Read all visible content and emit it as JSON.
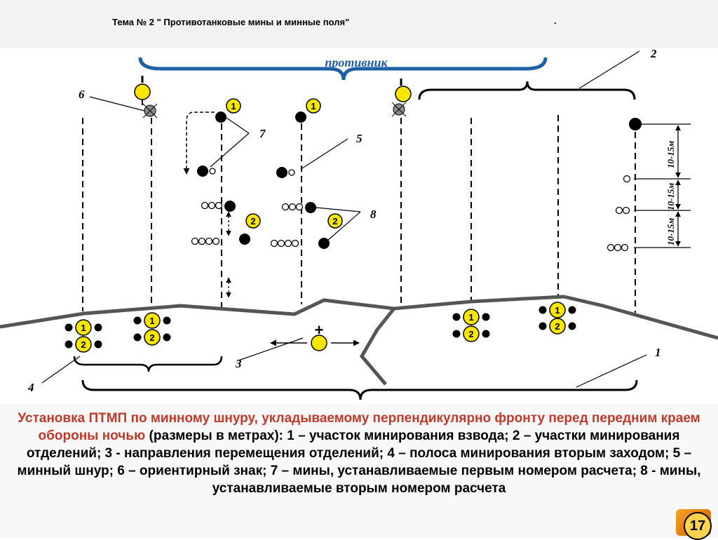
{
  "header": {
    "title": "Тема № 2 \" Противотанковые мины и минные поля\"",
    "dot": "."
  },
  "diagram": {
    "enemy_label": "противник",
    "labels": {
      "l1": "1",
      "l2": "2",
      "l3": "3",
      "l4": "4",
      "l5": "5",
      "l6": "6",
      "l7": "7",
      "l8": "8"
    },
    "mine_numbers": {
      "first": "1",
      "second": "2"
    },
    "plus_sign": "+",
    "dimensions": {
      "d1": "10-15м",
      "d2": "10-15м",
      "d3": "10-15м"
    }
  },
  "caption": {
    "red_part": "Установка ПТМП по минному шнуру, укладываемому перпендикулярно фронту перед передним краем обороны ночью",
    "black_part": " (размеры в метрах): 1 – участок минирования взвода; 2 – участки минирования отделений; 3 - направления перемещения отделений; 4 – полоса минирования вторым заходом; 5 – минный шнур; 6 – ориентирный знак; 7 – мины, устанавливаемые первым номером расчета; 8 - мины, устанавливаемые вторым номером расчета"
  },
  "page": {
    "number": "17"
  },
  "colors": {
    "accent_red": "#c0392b",
    "enemy_blue": "#1f5fa8",
    "mine_yellow": "#f7e600",
    "ground_gray": "#555555"
  }
}
